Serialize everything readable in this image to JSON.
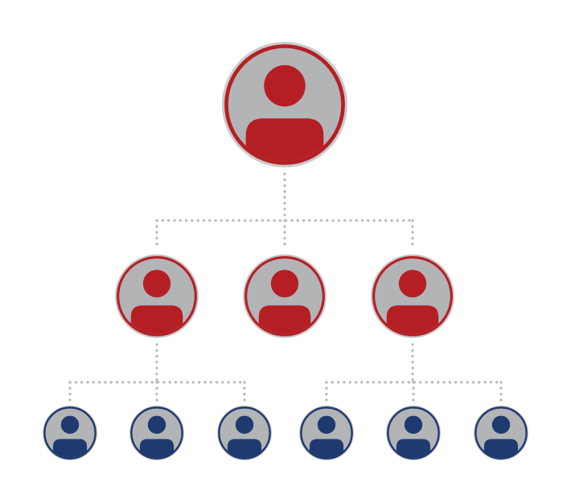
{
  "colors": {
    "background": "#ffffff",
    "connector": "#b8b8b8",
    "node_fill": "#b3b4b6",
    "node_rim": "#c9c9cb",
    "red": "#b51f24",
    "navy": "#1f3a6e"
  },
  "icons": {
    "node": "person-icon"
  },
  "hierarchy": {
    "levels": 3,
    "root": {
      "role": "top",
      "color": "red",
      "children": [
        {
          "role": "middle",
          "color": "red",
          "children": [
            {
              "role": "bottom",
              "color": "navy"
            },
            {
              "role": "bottom",
              "color": "navy"
            },
            {
              "role": "bottom",
              "color": "navy"
            }
          ]
        },
        {
          "role": "middle",
          "color": "red",
          "children": []
        },
        {
          "role": "middle",
          "color": "red",
          "children": [
            {
              "role": "bottom",
              "color": "navy"
            },
            {
              "role": "bottom",
              "color": "navy"
            },
            {
              "role": "bottom",
              "color": "navy"
            }
          ]
        }
      ]
    }
  }
}
